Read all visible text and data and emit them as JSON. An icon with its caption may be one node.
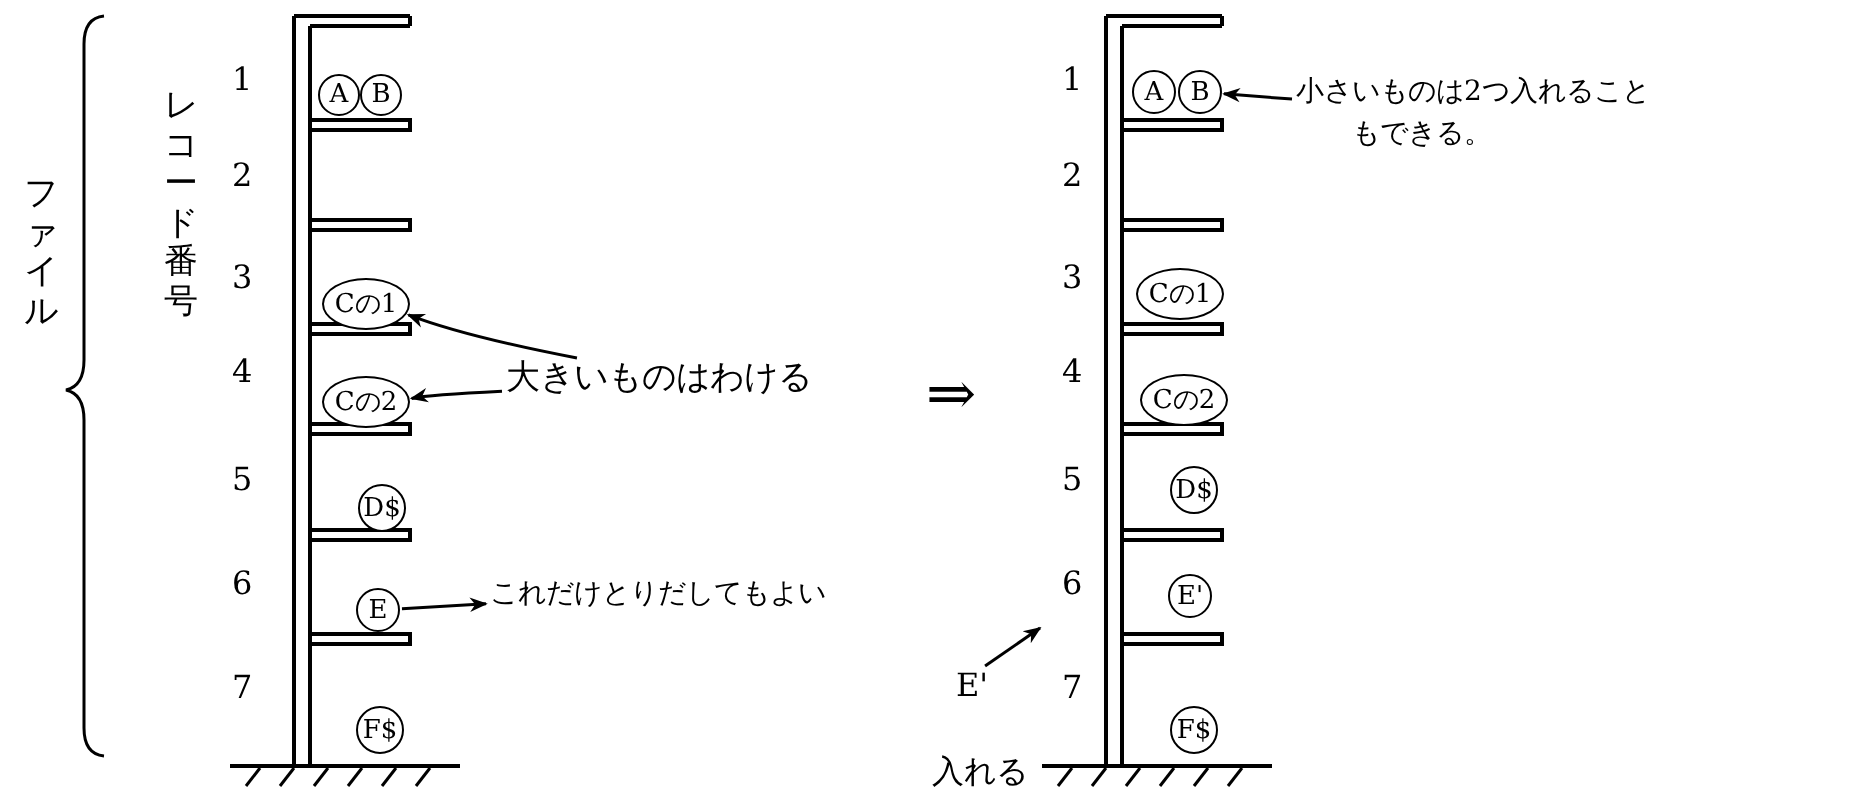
{
  "diagram": {
    "nodes": [
      {
        "text": [
          "A"
        ]
      },
      {
        "text": [
          "B"
        ]
      },
      {
        "text": [
          "Cの1"
        ]
      },
      {
        "text": [
          "Cの2"
        ]
      },
      {
        "text": [
          "D$"
        ]
      },
      {
        "text": [
          "E"
        ]
      },
      {
        "text": [
          "F$"
        ]
      },
      {
        "text": [
          "大きいものはわける"
        ]
      },
      {
        "text": [
          "これだけとりだしてもよい"
        ]
      },
      {
        "text": [
          "A"
        ],
        "in": 18
      },
      {
        "text": [
          "B"
        ],
        "in": 18
      },
      {
        "text": [
          "Cの1"
        ],
        "in": 18
      },
      {
        "text": [
          "Cの2"
        ],
        "in": 18
      },
      {
        "text": [
          "D$"
        ],
        "in": 18
      },
      {
        "text": [
          "E'"
        ],
        "in": 18
      },
      {
        "text": [
          "F$"
        ],
        "in": 18
      },
      {
        "text": [
          "小さいものは2つ入れることもできる。"
        ]
      },
      {
        "text": [
          "E'"
        ]
      },
      {
        "text": [],
        "shape": "picture"
      }
    ],
    "edges": [
      {
        "from": 7,
        "to": 2,
        "arrow": "to"
      },
      {
        "from": 7,
        "to": 3,
        "arrow": "to"
      },
      {
        "from": 5,
        "to": 8,
        "arrow": "to"
      },
      {
        "from": 16,
        "to": 10,
        "arrow": "to"
      },
      {
        "from": 17,
        "to": 18,
        "arrow": "to"
      }
    ],
    "labels": [
      "ファイル",
      "レコード番号",
      "1",
      "2",
      "3",
      "4",
      "5",
      "6",
      "7",
      "⇒",
      "1",
      "2",
      "3",
      "4",
      "5",
      "6",
      "7",
      "入れる"
    ]
  }
}
